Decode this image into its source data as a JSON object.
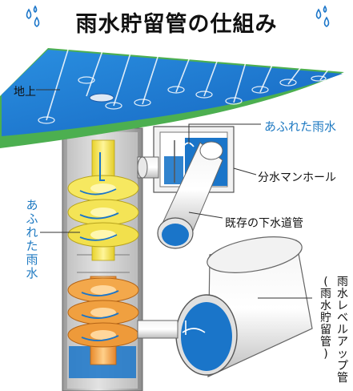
{
  "title": "雨水貯留管の仕組み",
  "labels": {
    "ground": "地上",
    "overflow_top": "あふれた雨水",
    "manhole": "分水マンホール",
    "sewer": "既存の下水道管",
    "overflow_left": "あふれた雨水",
    "storage_note": "(雨水貯留管)",
    "storage_name": "雨水レベルアップ管"
  },
  "colors": {
    "ground_green": "#4caf50",
    "ground_blue": "#1e88e5",
    "water": "#1a75c9",
    "yellow_spiral": "#f2e24a",
    "orange_spiral": "#f0a040",
    "shaft_gray": "#c9c9c9",
    "label_blue": "#1f7ac2"
  },
  "icons": [
    "raindrop-icon",
    "raindrop-icon"
  ]
}
